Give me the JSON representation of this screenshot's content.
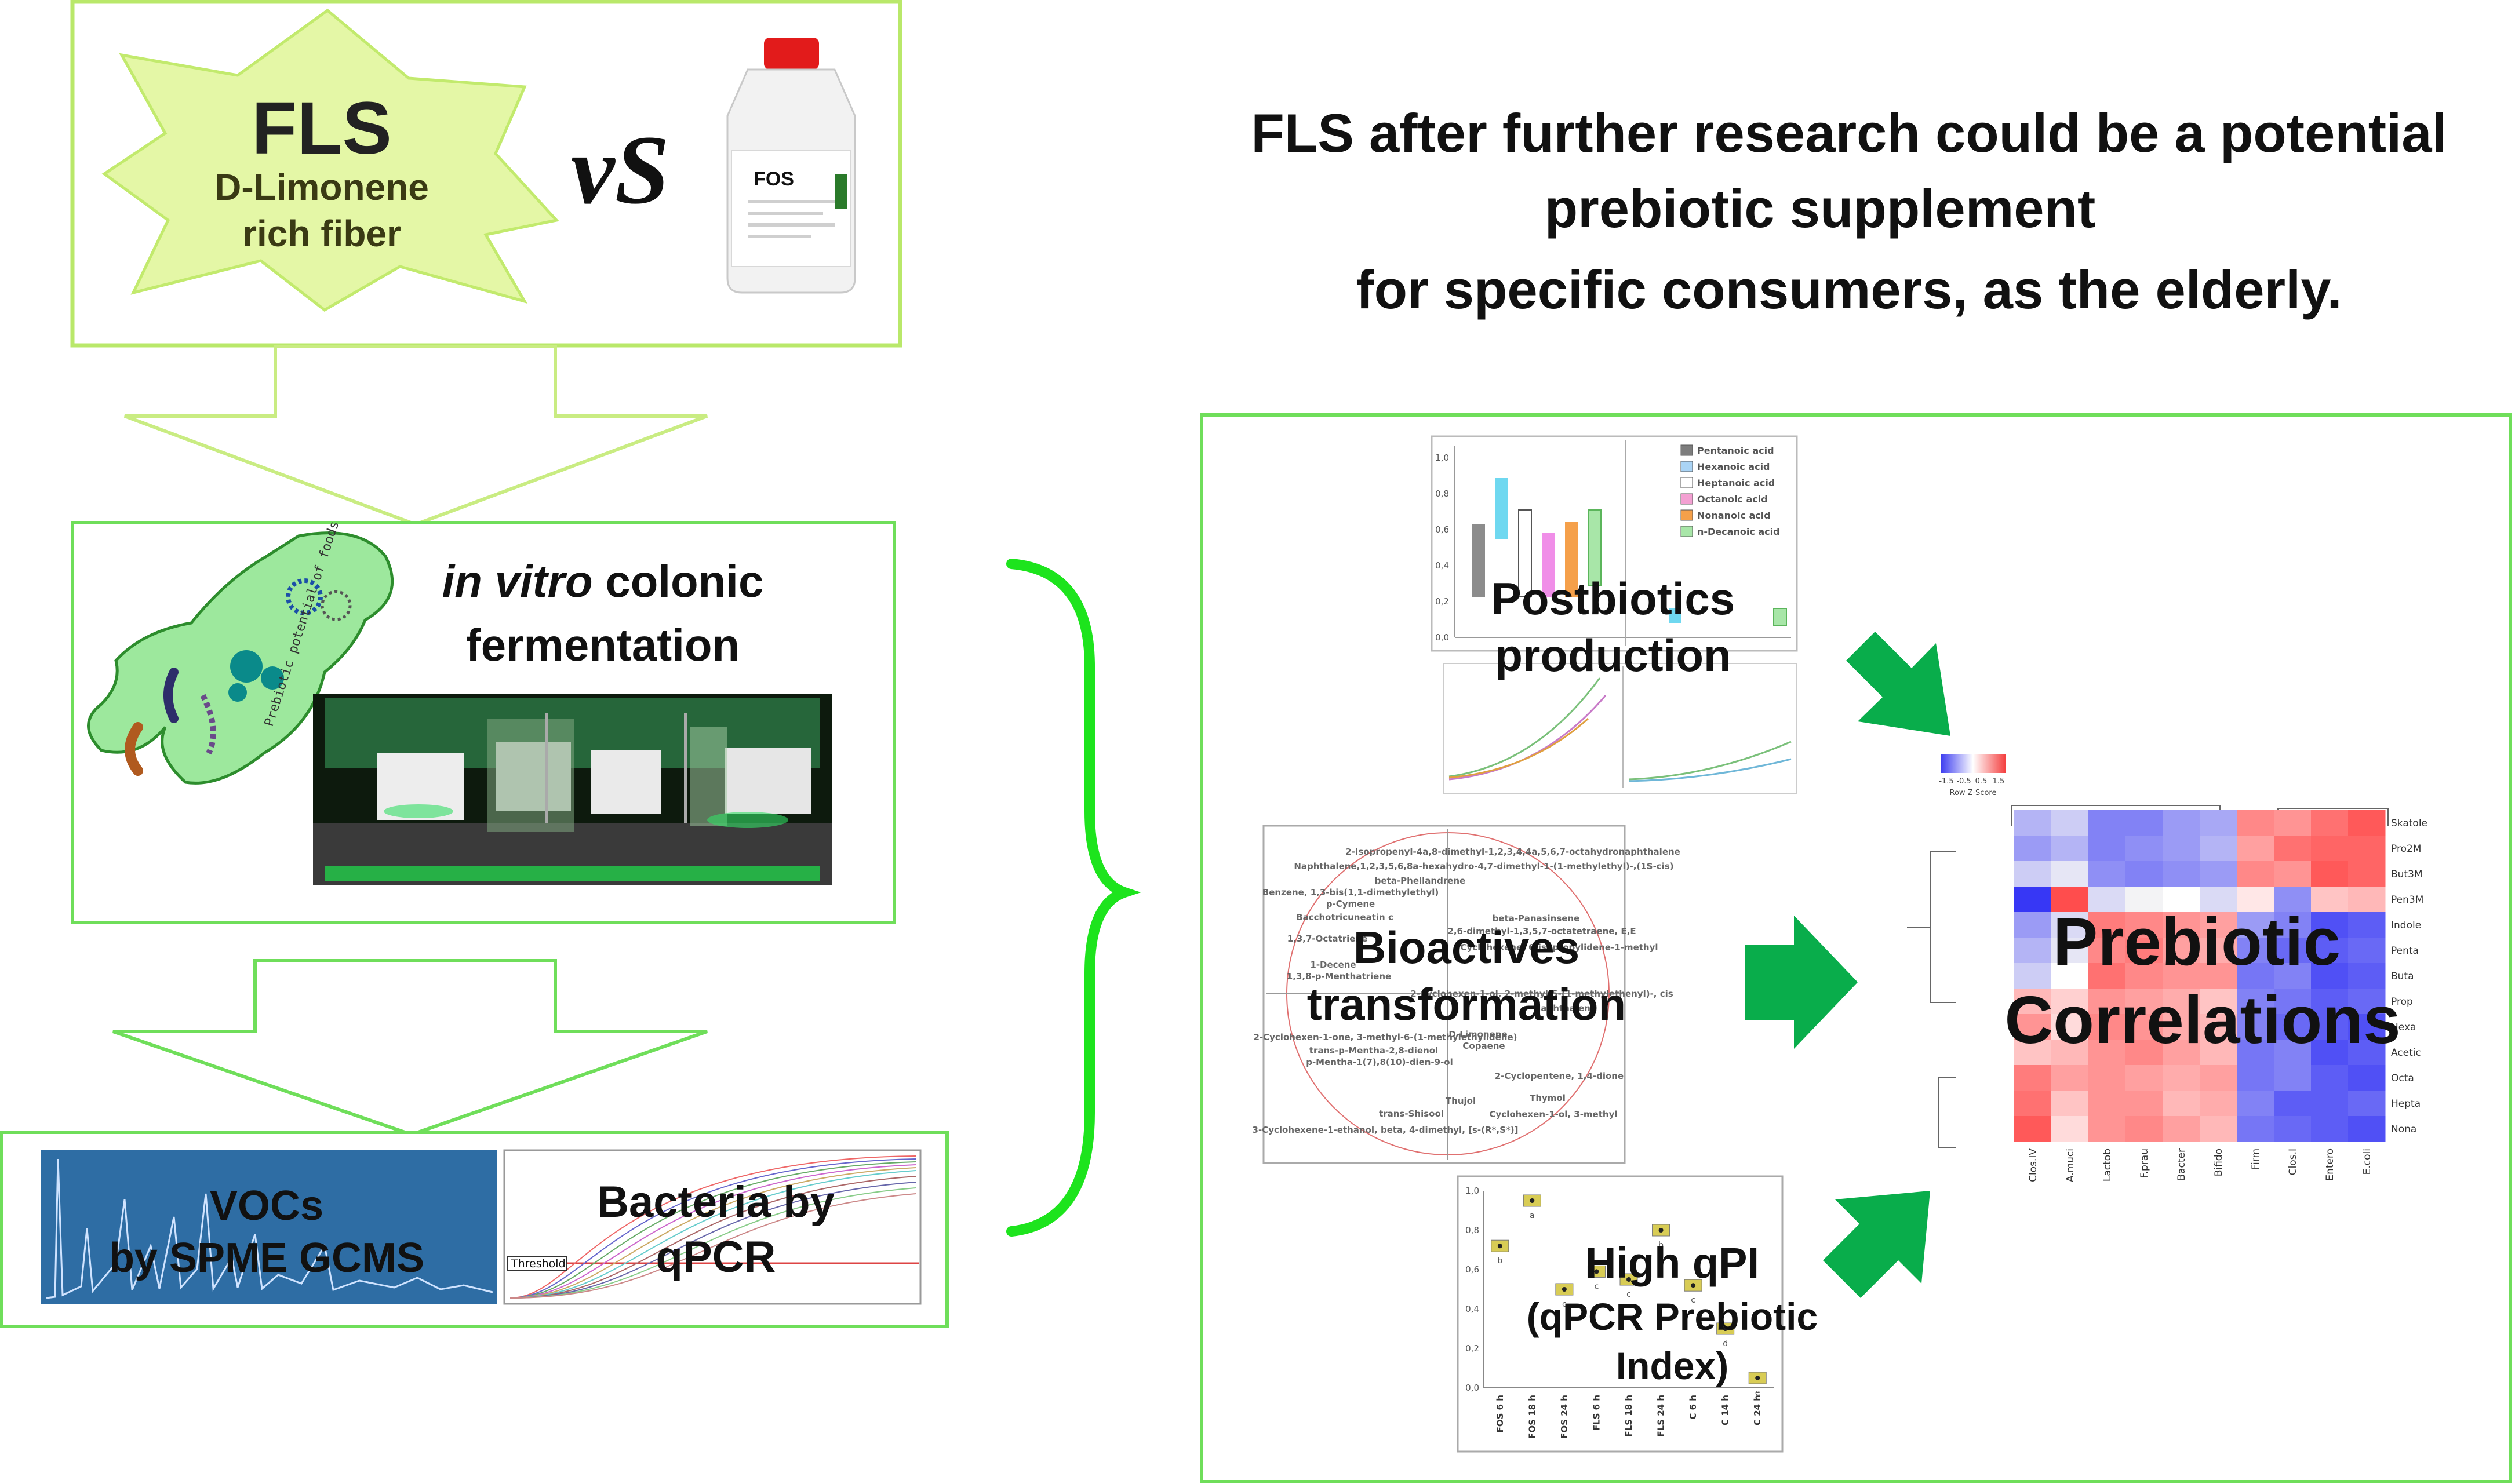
{
  "colors": {
    "lime": "#dff5a8",
    "lime_border": "#b9e86a",
    "green_border": "#6fde5a",
    "arrow_green": "#09ad4b",
    "bright_green": "#1de41d",
    "gcms_blue": "#2e6da4",
    "heat_red": "#f44040",
    "heat_blue": "#3b3bf0"
  },
  "top_box": {
    "fls_title": "FLS",
    "fls_line1": "D-Limonene",
    "fls_line2": "rich fiber",
    "vs": "vS",
    "fos_label": "FOS"
  },
  "headline": {
    "line1": "FLS after further research could be a potential",
    "line2": "prebiotic supplement",
    "line3": "for specific consumers, as the elderly."
  },
  "fermentation_box": {
    "title_italic": "in vitro",
    "title_rest": "colonic",
    "title_line2": "fermentation",
    "logo_text": "Prebiotic potential of foods"
  },
  "bottom_box": {
    "vocs_line1": "VOCs",
    "vocs_line2": "by SPME GCMS",
    "bacteria_line1": "Bacteria by",
    "bacteria_line2": "qPCR",
    "threshold_label": "Threshold"
  },
  "results": {
    "postbiotics_line1": "Postbiotics",
    "postbiotics_line2": "production",
    "bioactives_line1": "Bioactives",
    "bioactives_line2": "transformation",
    "qpi_line1": "High qPI",
    "qpi_line2": "(qPCR Prebiotic",
    "qpi_line3": "Index)",
    "prebiotic_line1": "Prebiotic",
    "prebiotic_line2": "Correlations"
  },
  "acids_legend": [
    "Pentanoic acid",
    "Hexanoic acid",
    "Heptanoic acid",
    "Octanoic acid",
    "Nonanoic acid",
    "n-Decanoic acid"
  ],
  "acids_legend_colors": [
    "#7d7d7d",
    "#aad4f5",
    "#ffffff",
    "#f3a0d2",
    "#f5a04a",
    "#a8e6a8"
  ],
  "pca_labels": [
    "2-Isopropenyl-4a,8-dimethyl-1,2,3,4,4a,5,6,7-octahydronaphthalene",
    "Naphthalene,1,2,3,5,6,8a-hexahydro-4,7-dimethyl-1-(1-methylethyl)-,(1S-cis)",
    "beta-Phellandrene",
    "Benzene, 1,3-bis(1,1-dimethylethyl)",
    "p-Cymene",
    "Bacchotricuneatin c",
    "beta-Panasinsene",
    "2,6-dimethyl-1,3,5,7-octatetraene, E,E",
    "1,3,7-Octatriene",
    "Cyclohexene, 6-isopropylidene-1-methyl",
    "1-Decene",
    "1,3,8-p-Menthatriene",
    "2-Cyclohexen-1-ol, 2-methyl-5-(1-methylethenyl)-, cis",
    "Naphthalene",
    "D-Limonene",
    "Copaene",
    "2-Cyclohexen-1-one, 3-methyl-6-(1-methylethylidene)",
    "trans-p-Mentha-2,8-dienol",
    "p-Mentha-1(7),8(10)-dien-9-ol",
    "2-Cyclopentene, 1,4-dione",
    "Thymol",
    "Thujol",
    "Cyclohexen-1-ol, 3-methyl",
    "trans-Shisool",
    "3-Cyclohexene-1-ethanol, beta, 4-dimethyl, [s-(R*,S*)]"
  ],
  "heatmap": {
    "rows": [
      "Skatole",
      "Pro2M",
      "But3M",
      "Pen3M",
      "Indole",
      "Penta",
      "Buta",
      "Prop",
      "Hexa",
      "Acetic",
      "Octa",
      "Hepta",
      "Nona"
    ],
    "cols": [
      "Clos.IV",
      "A.muci",
      "Lactob",
      "F.prau",
      "Bacter",
      "Bifido",
      "Firm",
      "Clos.I",
      "Entero",
      "E.coli"
    ],
    "legend_title": "Row Z-Score",
    "legend_ticks": [
      "-1.5",
      "-0.5",
      "0.5",
      "1.5"
    ],
    "values": [
      [
        -0.6,
        -0.4,
        -1.0,
        -1.0,
        -0.8,
        -0.7,
        1.0,
        0.9,
        1.2,
        1.4
      ],
      [
        -0.8,
        -0.6,
        -1.0,
        -0.9,
        -0.8,
        -0.6,
        0.8,
        1.2,
        1.3,
        1.3
      ],
      [
        -0.4,
        -0.2,
        -0.9,
        -1.0,
        -0.9,
        -0.8,
        1.0,
        0.9,
        1.4,
        1.3
      ],
      [
        -1.6,
        1.5,
        -0.3,
        -0.1,
        0.0,
        -0.3,
        0.2,
        -0.9,
        0.5,
        0.6
      ],
      [
        -0.8,
        -0.3,
        1.1,
        1.0,
        0.9,
        0.8,
        -0.8,
        -1.0,
        -1.4,
        -1.3
      ],
      [
        -0.6,
        -0.2,
        1.0,
        1.1,
        0.8,
        0.7,
        -1.0,
        -1.2,
        -1.3,
        -1.2
      ],
      [
        -0.4,
        0.0,
        1.2,
        1.0,
        0.9,
        0.9,
        -1.1,
        -1.0,
        -1.4,
        -1.3
      ],
      [
        0.6,
        0.4,
        0.9,
        0.8,
        0.7,
        0.5,
        -1.0,
        -1.1,
        -1.3,
        -1.2
      ],
      [
        0.9,
        0.3,
        1.0,
        0.9,
        0.7,
        0.6,
        -1.0,
        -1.2,
        -1.3,
        -1.4
      ],
      [
        0.5,
        0.6,
        0.9,
        1.0,
        0.8,
        0.6,
        -1.1,
        -1.0,
        -1.4,
        -1.3
      ],
      [
        1.1,
        0.8,
        0.9,
        0.8,
        0.7,
        0.8,
        -1.1,
        -1.0,
        -1.3,
        -1.4
      ],
      [
        1.2,
        0.5,
        0.9,
        0.9,
        0.6,
        0.7,
        -1.0,
        -1.3,
        -1.3,
        -1.2
      ],
      [
        1.4,
        0.3,
        0.9,
        1.0,
        0.8,
        0.6,
        -1.1,
        -1.2,
        -1.3,
        -1.4
      ]
    ]
  },
  "qpi_chart": {
    "categories": [
      "FOS 6 h",
      "FOS 18 h",
      "FOS 24 h",
      "FLS 6 h",
      "FLS 18 h",
      "FLS 24 h",
      "C 6 h",
      "C 14 h",
      "C 24 h"
    ],
    "values": [
      0.72,
      0.95,
      0.5,
      0.59,
      0.55,
      0.8,
      0.52,
      0.3,
      0.05
    ],
    "letters": [
      "b",
      "a",
      "c",
      "c",
      "c",
      "b",
      "c",
      "d",
      "e"
    ],
    "ylim": [
      0,
      1
    ],
    "yticks": [
      "0,0",
      "0,2",
      "0,4",
      "0,6",
      "0,8",
      "1,0"
    ]
  },
  "postbiotics_yticks": [
    "0,0",
    "0,2",
    "0,4",
    "0,6",
    "0,8",
    "1,0"
  ]
}
